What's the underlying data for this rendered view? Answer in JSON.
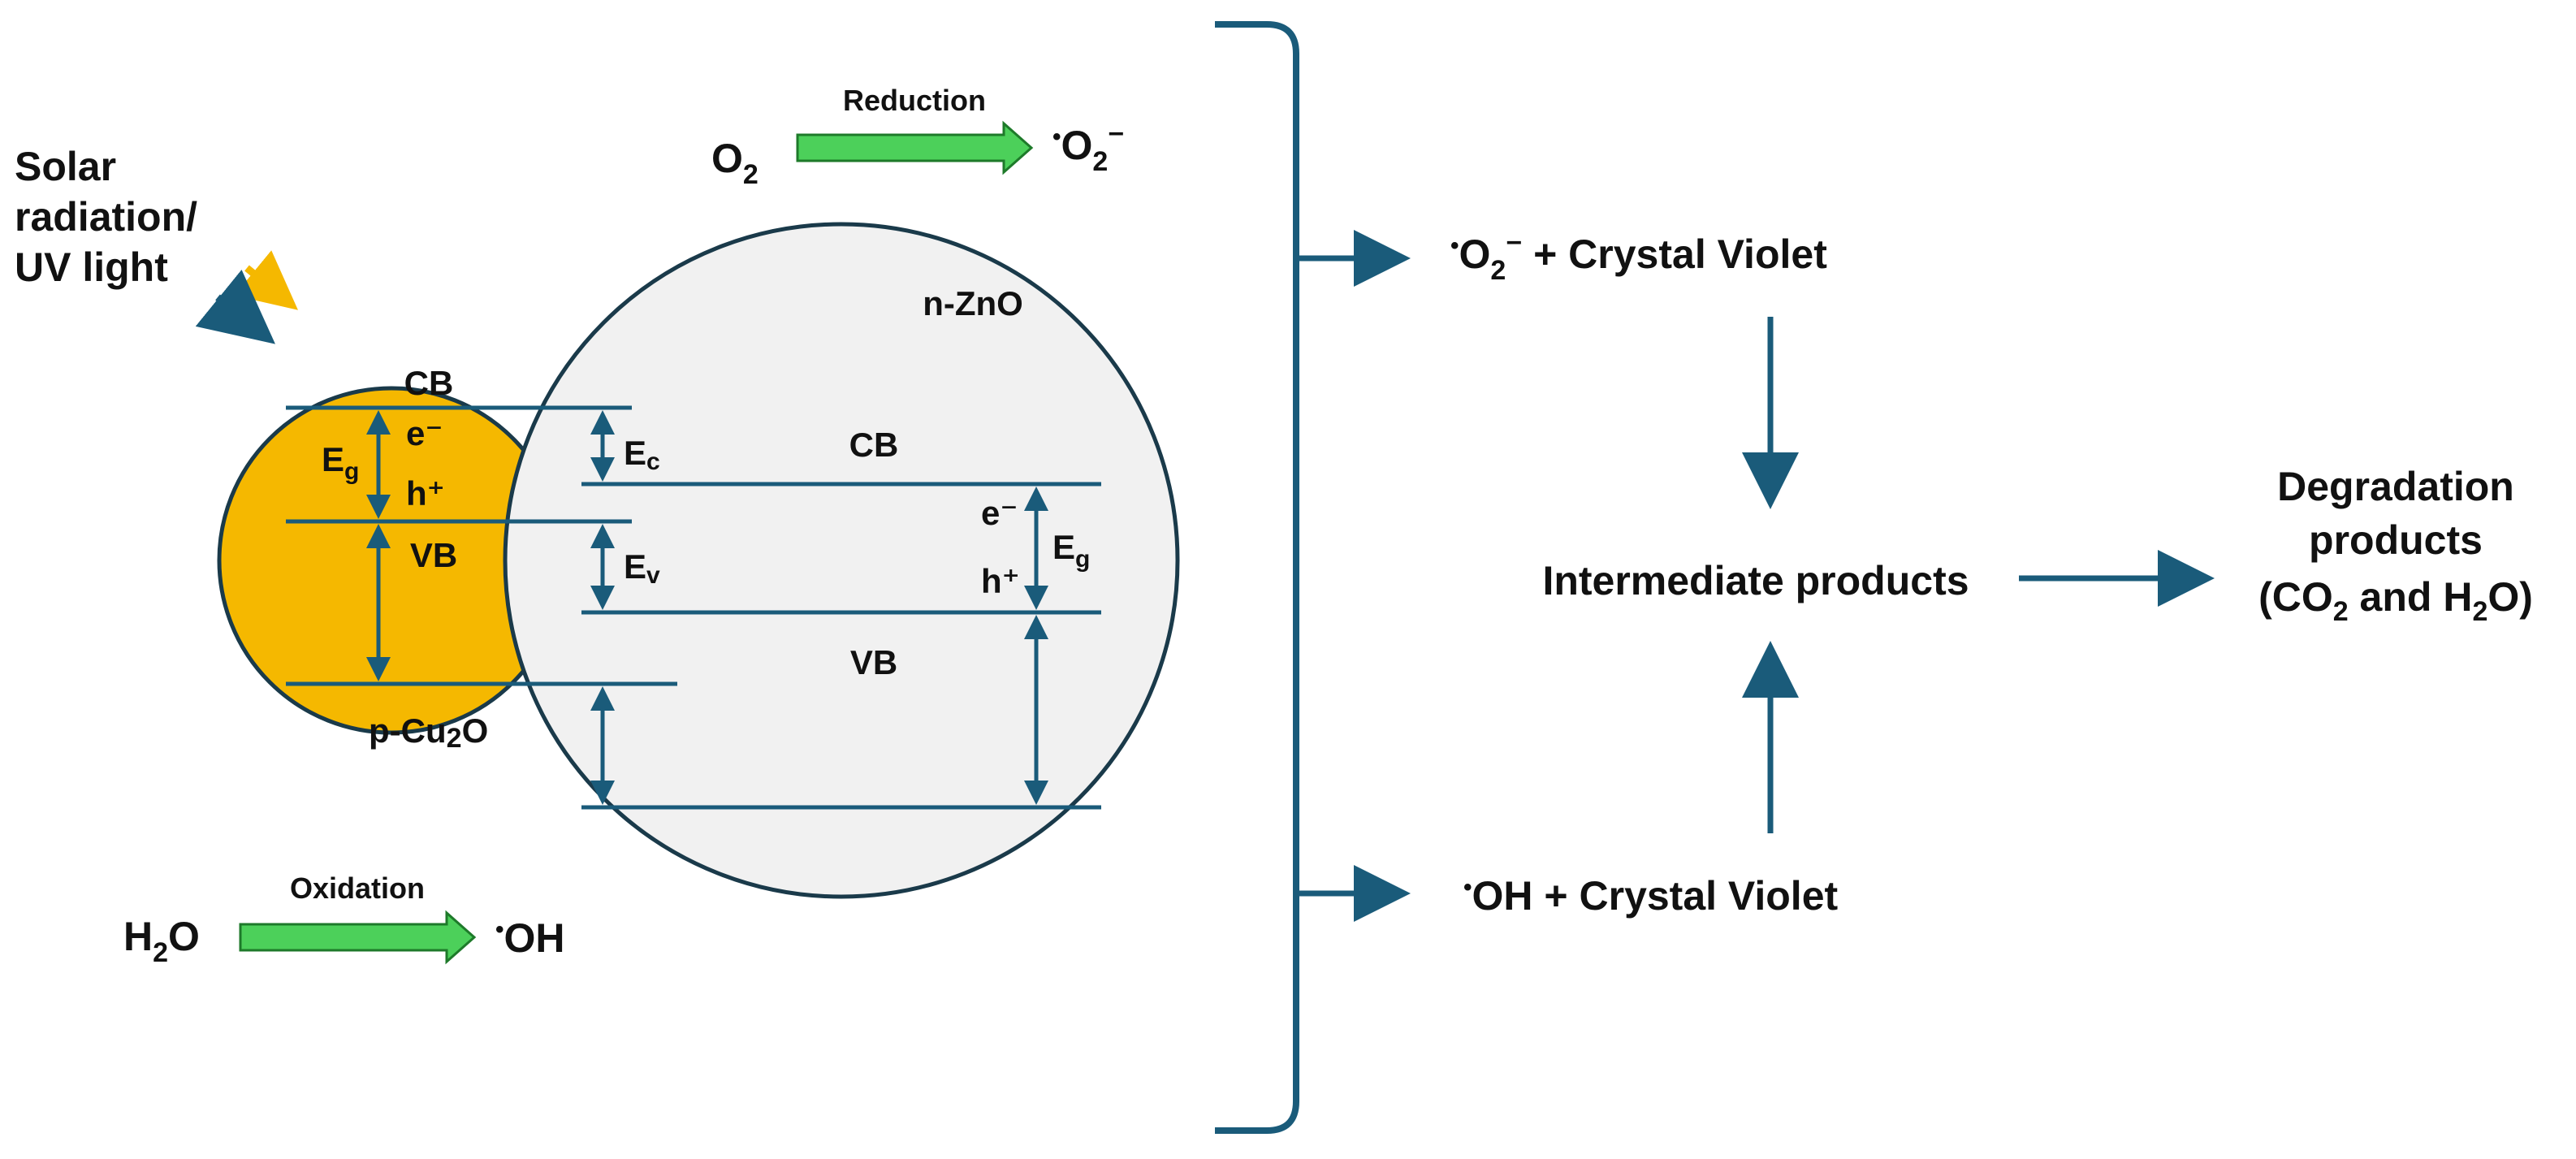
{
  "colors": {
    "stroke": "#1a5b7a",
    "orange": "#f5b800",
    "grey": "#f1f1f1",
    "green": "#4cd05a",
    "green_stroke": "#1e7a2a",
    "yellow_arrow": "#f5b800"
  },
  "light": {
    "line1": "Solar",
    "line2": "radiation/",
    "line3": "UV light"
  },
  "reduction": {
    "label": "Reduction",
    "reactant": "O",
    "reactant_sub": "2",
    "product_dot": "•",
    "product": "O",
    "product_sub": "2",
    "product_sup": "−"
  },
  "oxidation": {
    "label": "Oxidation",
    "reactant": "H",
    "reactant_sub": "2",
    "reactant_tail": "O",
    "product_dot": "•",
    "product": "OH"
  },
  "cu2o": {
    "name": "p-Cu",
    "name_sub": "2",
    "name_tail": "O",
    "cb": "CB",
    "vb": "VB",
    "eg": "E",
    "eg_sub": "g",
    "electron": "e⁻",
    "hole": "h⁺"
  },
  "zno": {
    "name": "n-ZnO",
    "cb": "CB",
    "vb": "VB",
    "eg": "E",
    "eg_sub": "g",
    "electron": "e⁻",
    "hole": "h⁺",
    "ec": "E",
    "ec_sub": "c",
    "ev": "E",
    "ev_sub": "v"
  },
  "right": {
    "superoxide_cv_dot": "•",
    "superoxide_cv_o": "O",
    "superoxide_cv_sub": "2",
    "superoxide_cv_sup": "−",
    "superoxide_cv_tail": " + Crystal Violet",
    "hydroxyl_cv_dot": "•",
    "hydroxyl_cv": "OH + Crystal Violet",
    "intermediate": "Intermediate products",
    "degradation_line1": "Degradation",
    "degradation_line2": "products",
    "degradation_line3_a": "(CO",
    "degradation_line3_sub1": "2",
    "degradation_line3_b": " and H",
    "degradation_line3_sub2": "2",
    "degradation_line3_c": "O)"
  }
}
